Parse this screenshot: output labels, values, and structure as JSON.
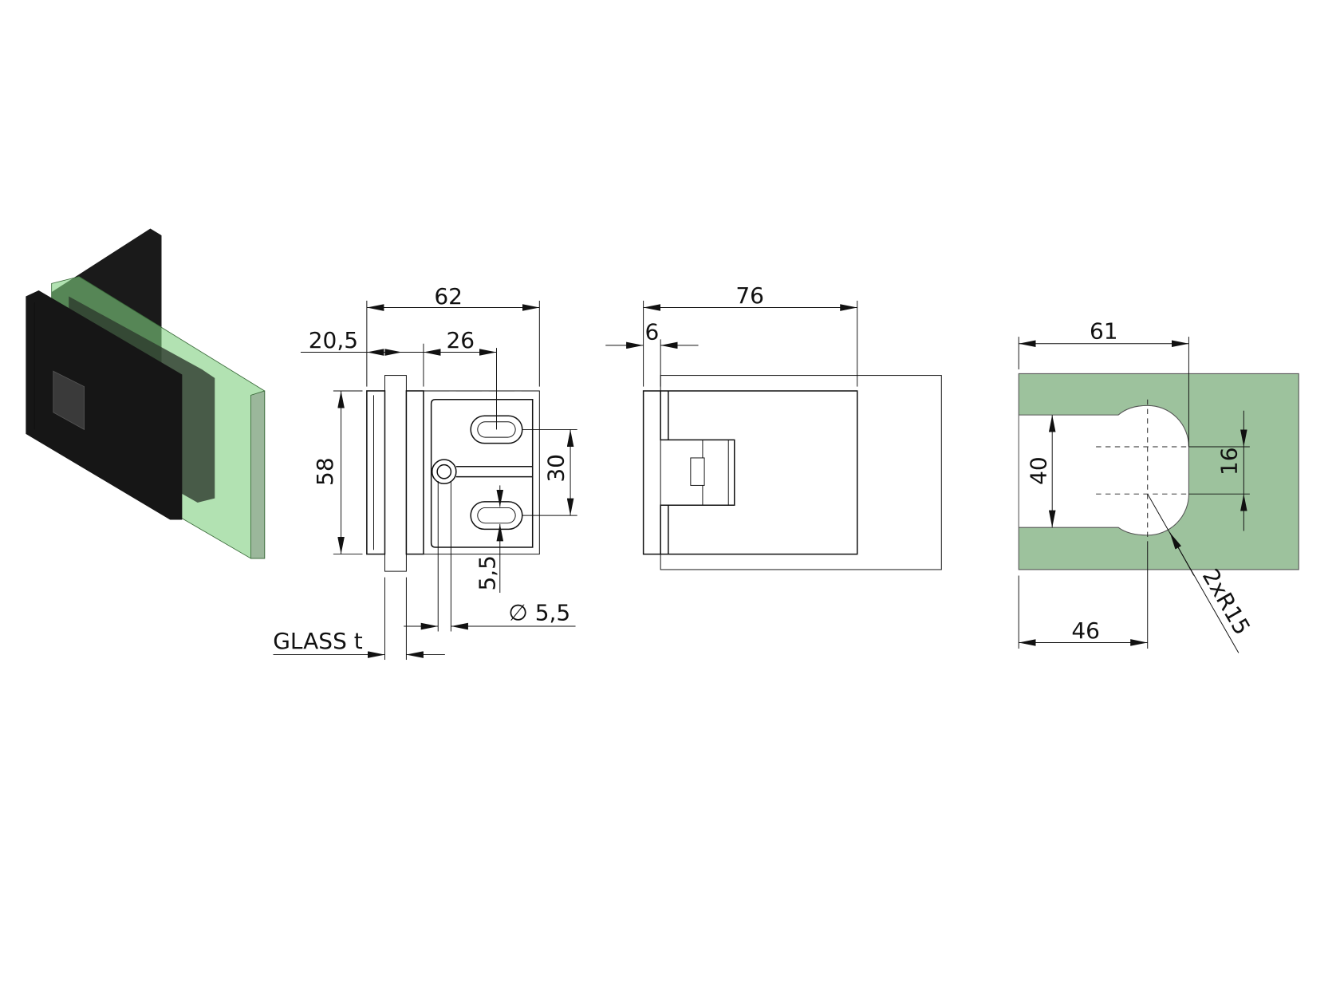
{
  "colors": {
    "glass_green": "#9dc29d",
    "glass_iso": "#7fcf7f",
    "hinge_black": "#1a1a1a",
    "line": "#111111"
  },
  "views": {
    "front": {
      "dims": {
        "overall_width": "62",
        "offset": "20,5",
        "slot_offset": "26",
        "height": "58",
        "slot_spacing": "30",
        "slot_width": "5,5",
        "hole_diameter": "∅ 5,5",
        "glass": "GLASS t"
      }
    },
    "side": {
      "dims": {
        "overall_width": "76",
        "plate_thickness": "6"
      }
    },
    "glass_cutout": {
      "dims": {
        "cut_depth": "61",
        "cut_height": "40",
        "center_spacing": "16",
        "center_distance": "46",
        "radius": "2xR15"
      }
    }
  }
}
